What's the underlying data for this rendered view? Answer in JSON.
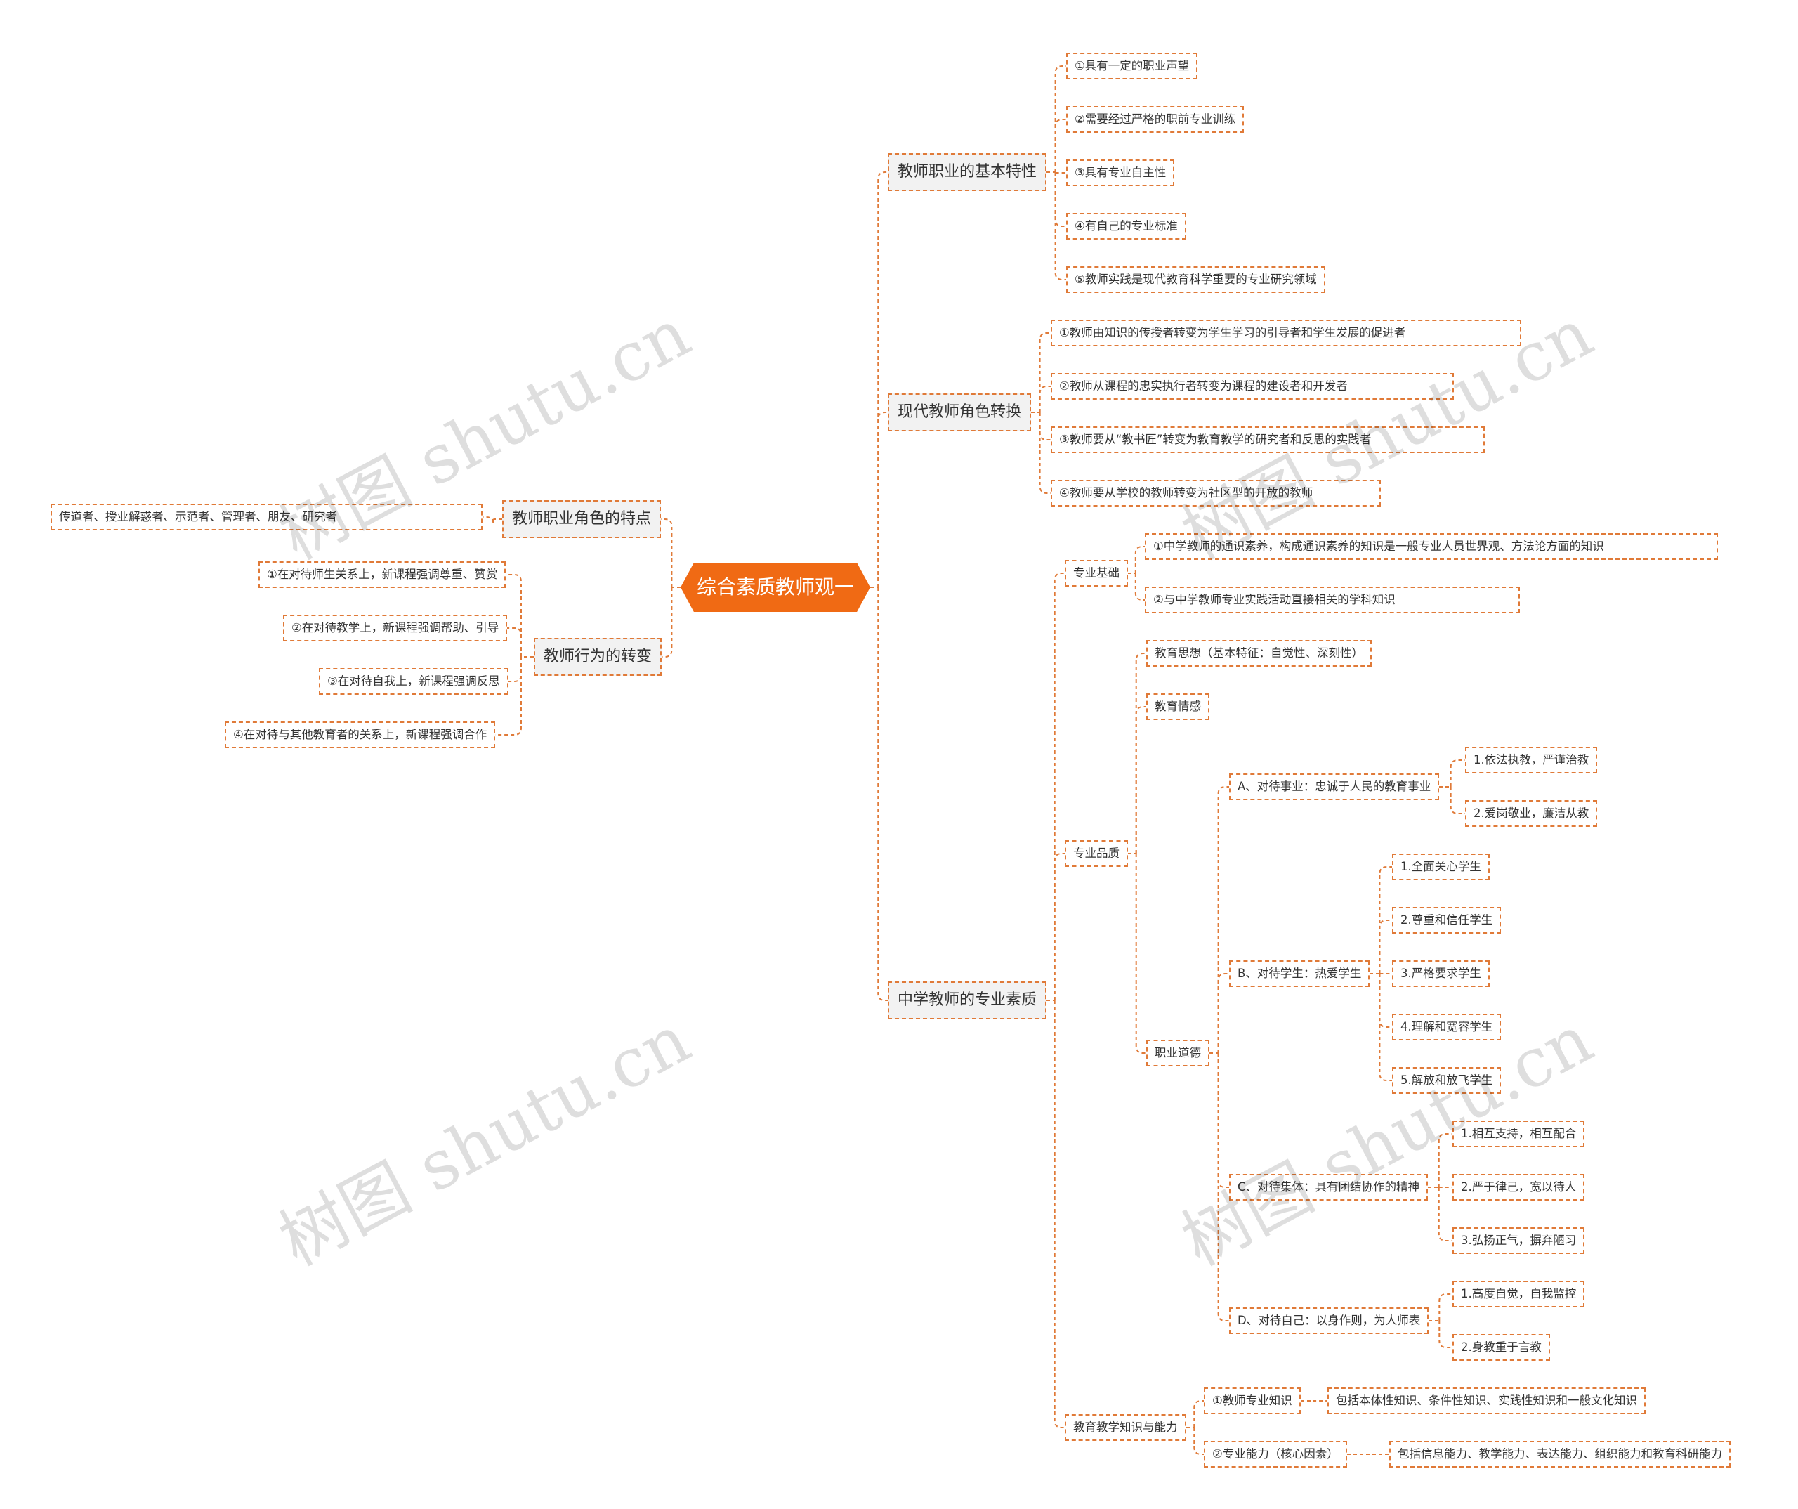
{
  "root": "综合素质教师观一",
  "left": {
    "role_feature": {
      "title": "教师职业角色的特点",
      "detail": "传道者、授业解惑者、示范者、管理者、朋友、研究者"
    },
    "behavior_change": {
      "title": "教师行为的转变",
      "items": [
        "①在对待师生关系上，新课程强调尊重、赞赏",
        "②在对待教学上，新课程强调帮助、引导",
        "③在对待自我上，新课程强调反思",
        "④在对待与其他教育者的关系上，新课程强调合作"
      ]
    }
  },
  "right": {
    "basic": {
      "title": "教师职业的基本特性",
      "items": [
        "①具有一定的职业声望",
        "②需要经过严格的职前专业训练",
        "③具有专业自主性",
        "④有自己的专业标准",
        "⑤教师实践是现代教育科学重要的专业研究领域"
      ]
    },
    "role_shift": {
      "title": "现代教师角色转换",
      "items": [
        "①教师由知识的传授者转变为学生学习的引导者和学生发展的促进者",
        "②教师从课程的忠实执行者转变为课程的建设者和开发者",
        "③教师要从“教书匠”转变为教育教学的研究者和反思的实践者",
        "④教师要从学校的教师转变为社区型的开放的教师"
      ]
    },
    "quality": {
      "title": "中学教师的专业素质",
      "foundation": {
        "title": "专业基础",
        "items": [
          "①中学教师的通识素养，构成通识素养的知识是一般专业人员世界观、方法论方面的知识",
          "②与中学教师专业实践活动直接相关的学科知识"
        ]
      },
      "character": {
        "title": "专业品质",
        "thought": "教育思想（基本特征：自觉性、深刻性）",
        "emotion": "教育情感",
        "ethics": {
          "title": "职业道德",
          "A": {
            "title": "A、对待事业：忠诚于人民的教育事业",
            "items": [
              "1.依法执教，严谨治教",
              "2.爱岗敬业，廉洁从教"
            ]
          },
          "B": {
            "title": "B、对待学生：热爱学生",
            "items": [
              "1.全面关心学生",
              "2.尊重和信任学生",
              "3.严格要求学生",
              "4.理解和宽容学生",
              "5.解放和放飞学生"
            ]
          },
          "C": {
            "title": "C、对待集体：具有团结协作的精神",
            "items": [
              "1.相互支持，相互配合",
              "2.严于律己，宽以待人",
              "3.弘扬正气，摒弃陋习"
            ]
          },
          "D": {
            "title": "D、对待自己：以身作则，为人师表",
            "items": [
              "1.高度自觉，自我监控",
              "2.身教重于言教"
            ]
          }
        }
      },
      "knowledge": {
        "title": "教育教学知识与能力",
        "k1": {
          "title": "①教师专业知识",
          "detail": "包括本体性知识、条件性知识、实践性知识和一般文化知识"
        },
        "k2": {
          "title": "②专业能力（核心因素）",
          "detail": "包括信息能力、教学能力、表达能力、组织能力和教育科研能力"
        }
      }
    }
  },
  "watermark": "树图 shutu.cn",
  "colors": {
    "accent": "#f06a14",
    "line": "#e07a38",
    "node_fill": "#f2f2f2",
    "text": "#333333"
  }
}
